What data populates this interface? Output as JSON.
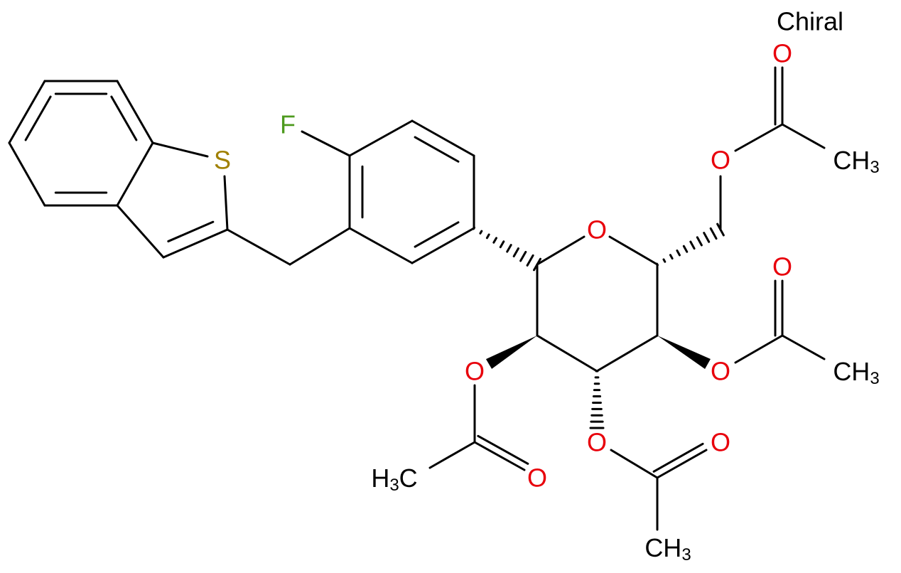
{
  "title": "Chiral",
  "atoms": {
    "S": "S",
    "F": "F",
    "O": "O",
    "CH3": "CH",
    "H3C_H": "H",
    "H3C_C": "C",
    "sub3": "3"
  },
  "colors": {
    "oxygen": "#e8000b",
    "sulfur": "#a08000",
    "fluorine": "#4d9a1e",
    "bond": "#000000"
  }
}
